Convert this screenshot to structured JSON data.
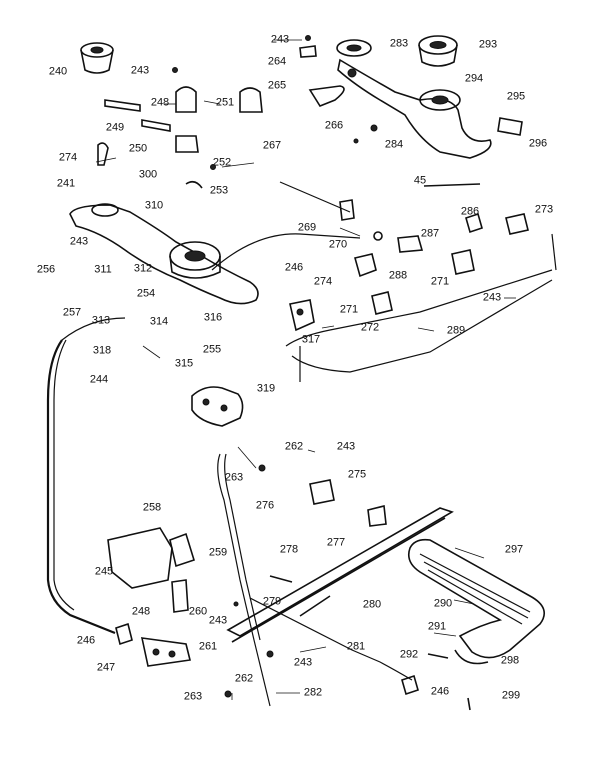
{
  "callouts": [
    {
      "label": "240"
    },
    {
      "label": "243"
    },
    {
      "label": "248"
    },
    {
      "label": "251"
    },
    {
      "label": "249"
    },
    {
      "label": "274"
    },
    {
      "label": "250"
    },
    {
      "label": "252"
    },
    {
      "label": "300"
    },
    {
      "label": "253"
    },
    {
      "label": "241"
    },
    {
      "label": "310"
    },
    {
      "label": "243"
    },
    {
      "label": "264"
    },
    {
      "label": "265"
    },
    {
      "label": "267"
    },
    {
      "label": "266"
    },
    {
      "label": "283"
    },
    {
      "label": "293"
    },
    {
      "label": "294"
    },
    {
      "label": "295"
    },
    {
      "label": "284"
    },
    {
      "label": "296"
    },
    {
      "label": "45"
    },
    {
      "label": "286"
    },
    {
      "label": "273"
    },
    {
      "label": "269"
    },
    {
      "label": "287"
    },
    {
      "label": "270"
    },
    {
      "label": "246"
    },
    {
      "label": "288"
    },
    {
      "label": "271"
    },
    {
      "label": "243"
    },
    {
      "label": "243"
    },
    {
      "label": "256"
    },
    {
      "label": "311"
    },
    {
      "label": "312"
    },
    {
      "label": "254"
    },
    {
      "label": "257"
    },
    {
      "label": "313"
    },
    {
      "label": "314"
    },
    {
      "label": "316"
    },
    {
      "label": "274"
    },
    {
      "label": "271"
    },
    {
      "label": "272"
    },
    {
      "label": "289"
    },
    {
      "label": "318"
    },
    {
      "label": "255"
    },
    {
      "label": "315"
    },
    {
      "label": "317"
    },
    {
      "label": "244"
    },
    {
      "label": "319"
    },
    {
      "label": "262"
    },
    {
      "label": "243"
    },
    {
      "label": "263"
    },
    {
      "label": "275"
    },
    {
      "label": "276"
    },
    {
      "label": "258"
    },
    {
      "label": "259"
    },
    {
      "label": "278"
    },
    {
      "label": "277"
    },
    {
      "label": "297"
    },
    {
      "label": "245"
    },
    {
      "label": "279"
    },
    {
      "label": "280"
    },
    {
      "label": "248"
    },
    {
      "label": "260"
    },
    {
      "label": "290"
    },
    {
      "label": "243"
    },
    {
      "label": "291"
    },
    {
      "label": "281"
    },
    {
      "label": "246"
    },
    {
      "label": "243"
    },
    {
      "label": "261"
    },
    {
      "label": "292"
    },
    {
      "label": "298"
    },
    {
      "label": "247"
    },
    {
      "label": "262"
    },
    {
      "label": "246"
    },
    {
      "label": "263"
    },
    {
      "label": "282"
    },
    {
      "label": "299"
    }
  ]
}
